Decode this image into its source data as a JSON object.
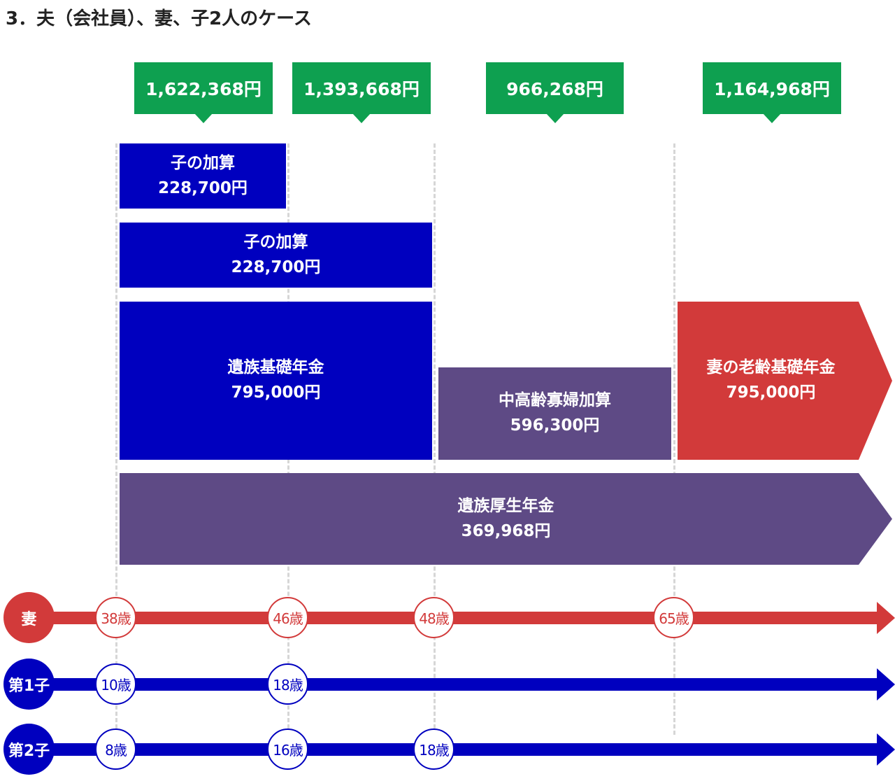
{
  "title": "3．夫（会社員）、妻、子2人のケース",
  "colors": {
    "green": "#0ea050",
    "blue": "#0000bf",
    "purple": "#5e4a85",
    "red": "#d23a3a",
    "gridline": "#d6d6d6"
  },
  "totals": [
    {
      "amount": "1,622,368円"
    },
    {
      "amount": "1,393,668円"
    },
    {
      "amount": "966,268円"
    },
    {
      "amount": "1,164,968円"
    }
  ],
  "benefits": {
    "child_add_1": {
      "name": "子の加算",
      "amount": "228,700円"
    },
    "child_add_2": {
      "name": "子の加算",
      "amount": "228,700円"
    },
    "survivor_basic": {
      "name": "遺族基礎年金",
      "amount": "795,000円"
    },
    "widow_addition": {
      "name": "中高齢寡婦加算",
      "amount": "596,300円"
    },
    "wife_old_age_basic": {
      "name": "妻の老齢基礎年金",
      "amount": "795,000円"
    },
    "survivor_employee": {
      "name": "遺族厚生年金",
      "amount": "369,968円"
    }
  },
  "timelines": [
    {
      "label": "妻",
      "ages": [
        "38歳",
        "46歳",
        "48歳",
        "65歳"
      ]
    },
    {
      "label": "第1子",
      "ages": [
        "10歳",
        "18歳"
      ]
    },
    {
      "label": "第2子",
      "ages": [
        "8歳",
        "16歳",
        "18歳"
      ]
    }
  ]
}
